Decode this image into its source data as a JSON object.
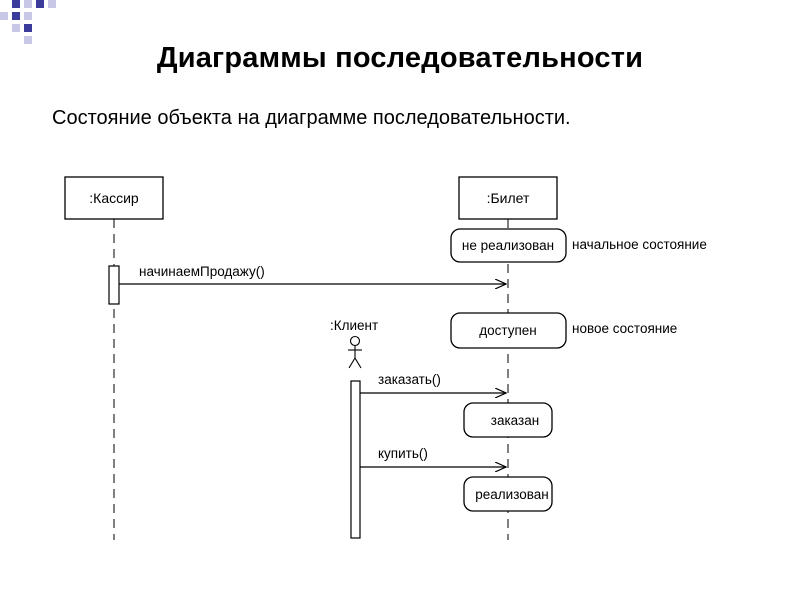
{
  "slide": {
    "title": "Диаграммы последовательности",
    "subtitle": "Состояние объекта на диаграмме последовательности."
  },
  "colors": {
    "accent": "#3b3b9b",
    "accent_light": "#c8c8e6",
    "line": "#000000"
  },
  "diagram": {
    "objects": {
      "cashier": ":Кассир",
      "ticket": ":Билет",
      "client": ":Клиент"
    },
    "messages": {
      "start_sale": "начинаемПродажу()",
      "order": "заказать()",
      "buy": "купить()"
    },
    "states": {
      "not_sold": "не реализован",
      "available": "доступен",
      "ordered": "заказан",
      "sold": "реализован"
    },
    "notes": {
      "initial_state": "начальное состояние",
      "new_state": "новое состояние"
    }
  }
}
